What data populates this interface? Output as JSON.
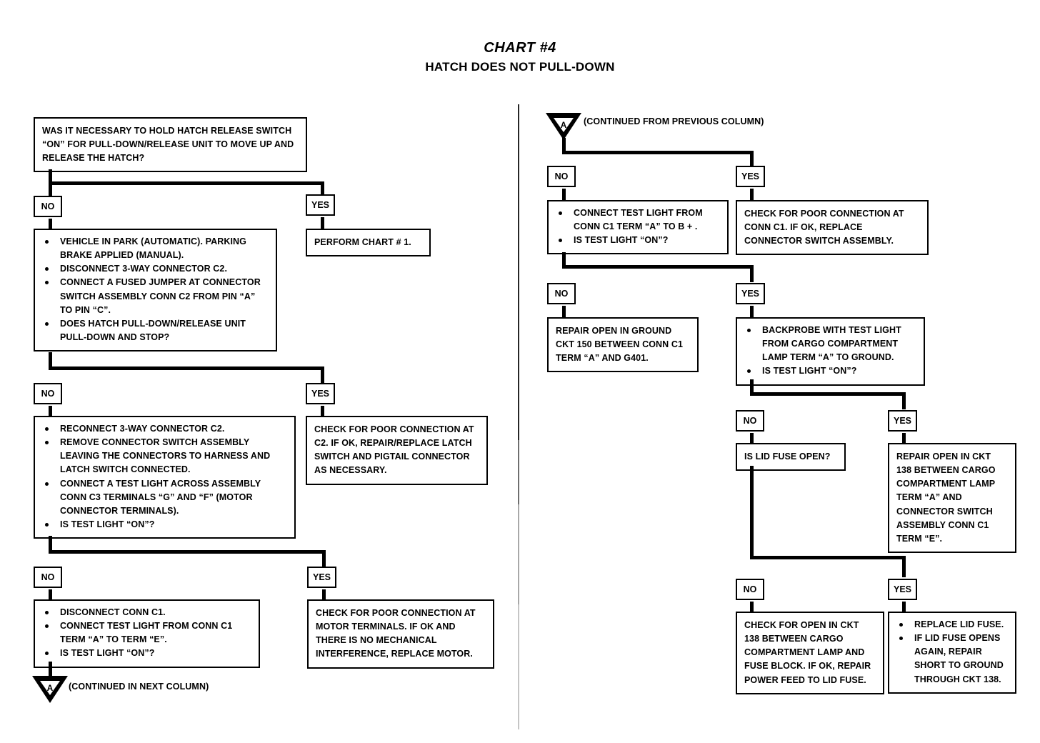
{
  "title": {
    "main": "CHART #4",
    "sub": "HATCH DOES NOT PULL-DOWN"
  },
  "labels": {
    "yes": "YES",
    "no": "NO"
  },
  "left_column": {
    "q1": {
      "text": "WAS IT NECESSARY TO HOLD HATCH RELEASE SWITCH “ON” FOR PULL-DOWN/RELEASE UNIT TO MOVE UP AND RELEASE THE HATCH?"
    },
    "q1_yes_result": {
      "text": "PERFORM CHART # 1."
    },
    "q2_bullets": [
      "VEHICLE IN PARK (AUTOMATIC). PARKING BRAKE APPLIED (MANUAL).",
      "DISCONNECT 3-WAY CONNECTOR C2.",
      "CONNECT A FUSED JUMPER AT CONNECTOR SWITCH ASSEMBLY CONN C2 FROM PIN “A” TO PIN “C”.",
      "DOES HATCH PULL-DOWN/RELEASE UNIT PULL-DOWN AND STOP?"
    ],
    "q2_yes_result": {
      "text": "CHECK FOR POOR CONNECTION AT C2.  IF OK, REPAIR/REPLACE LATCH SWITCH AND PIGTAIL CONNECTOR AS NECESSARY."
    },
    "q3_bullets": [
      "RECONNECT 3-WAY CONNECTOR C2.",
      "REMOVE CONNECTOR SWITCH ASSEMBLY LEAVING THE CONNECTORS TO HARNESS AND LATCH SWITCH CONNECTED.",
      "CONNECT A TEST LIGHT ACROSS ASSEMBLY CONN C3 TERMINALS “G” AND “F” (MOTOR CONNECTOR TERMINALS).",
      "IS TEST LIGHT “ON”?"
    ],
    "q3_yes_result": {
      "text": "CHECK FOR POOR CONNECTION AT MOTOR TERMINALS.  IF OK AND THERE IS NO MECHANICAL INTERFERENCE, REPLACE MOTOR."
    },
    "q4_bullets": [
      "DISCONNECT CONN C1.",
      "CONNECT TEST LIGHT FROM CONN C1 TERM “A” TO TERM “E”.",
      "IS TEST LIGHT “ON”?"
    ],
    "continue_label": "(CONTINUED IN NEXT COLUMN)",
    "connector_letter": "A"
  },
  "right_column": {
    "continued_label": "(CONTINUED FROM PREVIOUS COLUMN)",
    "connector_letter": "A",
    "q5_bullets": [
      "CONNECT TEST LIGHT FROM CONN C1 TERM “A” TO B + .",
      "IS TEST LIGHT “ON”?"
    ],
    "q5_yes_result": {
      "text": "CHECK FOR POOR CONNECTION AT CONN C1. IF OK, REPLACE CONNECTOR SWITCH ASSEMBLY."
    },
    "q5_no_result": {
      "text": "REPAIR OPEN IN GROUND CKT 150 BETWEEN CONN C1 TERM “A” AND G401."
    },
    "q6_bullets": [
      "BACKPROBE WITH TEST LIGHT FROM CARGO COMPARTMENT LAMP TERM “A” TO GROUND.",
      "IS TEST LIGHT “ON”?"
    ],
    "q6_yes_result": {
      "text": "REPAIR OPEN IN CKT 138 BETWEEN CARGO COMPARTMENT LAMP TERM “A” AND CONNECTOR SWITCH ASSEMBLY CONN C1 TERM “E”."
    },
    "q7": {
      "text": "IS LID FUSE OPEN?"
    },
    "q7_no_result": {
      "text": "CHECK FOR OPEN IN CKT 138 BETWEEN CARGO COMPARTMENT LAMP AND FUSE BLOCK.  IF OK, REPAIR POWER FEED TO LID FUSE."
    },
    "q7_yes_bullets": [
      "REPLACE LID FUSE.",
      "IF LID FUSE OPENS AGAIN, REPAIR SHORT TO GROUND THROUGH CKT 138."
    ]
  }
}
